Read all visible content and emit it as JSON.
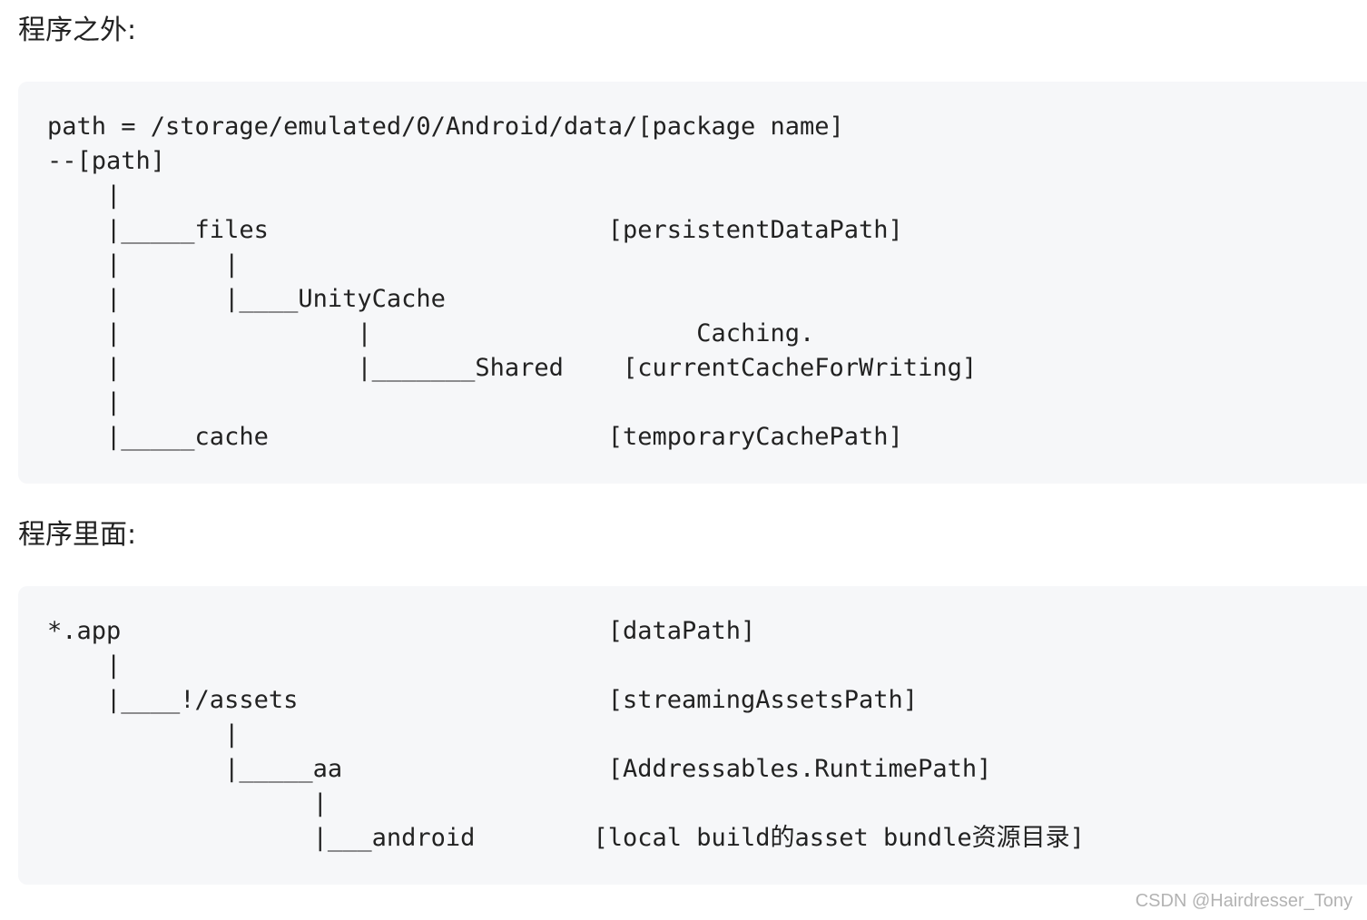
{
  "sections": {
    "outside": {
      "heading": "程序之外:",
      "code": "path = /storage/emulated/0/Android/data/[package name]\n--[path]\n    |\n    |_____files                       [persistentDataPath]\n    |       |\n    |       |____UnityCache\n    |                |                      Caching.\n    |                |_______Shared    [currentCacheForWriting]\n    |\n    |_____cache                       [temporaryCachePath]"
    },
    "inside": {
      "heading": "程序里面:",
      "code": "*.app                                 [dataPath]\n    |\n    |____!/assets                     [streamingAssetsPath]\n            |\n            |_____aa                  [Addressables.RuntimePath]\n                  |\n                  |___android        [local build的asset bundle资源目录]"
    }
  },
  "watermark": "CSDN @Hairdresser_Tony"
}
